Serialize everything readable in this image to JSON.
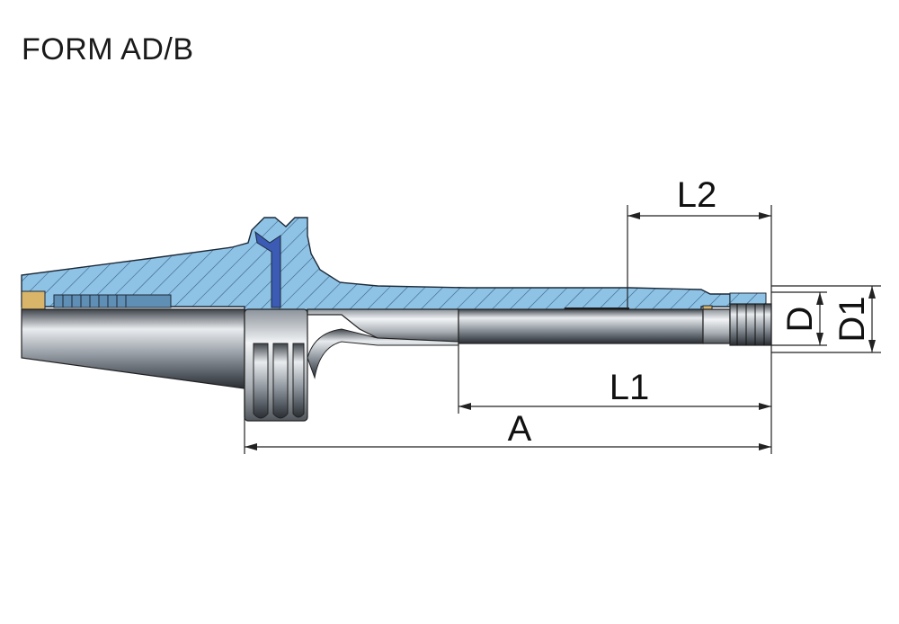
{
  "title": "FORM AD/B",
  "dimensions": {
    "l2": "L2",
    "l1": "L1",
    "a": "A",
    "d": "D",
    "d1": "D1"
  },
  "colors": {
    "section_fill": "#8ec3e6",
    "shank_light": "#e4e7ea",
    "shank_dark": "#5b6168",
    "brass": "#d9b56a",
    "insert_blue": "#3b5bb5",
    "line": "#222222"
  }
}
